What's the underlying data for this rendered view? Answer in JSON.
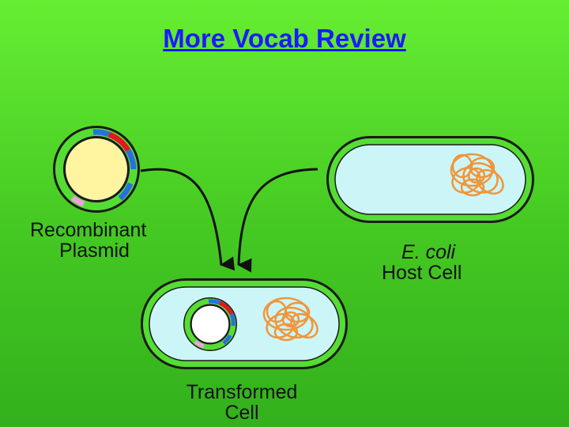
{
  "slide": {
    "title": "More Vocab Review"
  },
  "labels": {
    "plasmid_line1": "Recombinant",
    "plasmid_line2": "Plasmid",
    "host_line1": "E. coli",
    "host_line2": "Host Cell",
    "transformed_line1": "Transformed",
    "transformed_line2": "Cell"
  },
  "colors": {
    "background": "#55dd22",
    "title": "#1a1aff",
    "cell_membrane": "#55dd33",
    "cell_cytoplasm": "#ccf5f8",
    "plasmid_inner": "#fff5a0",
    "chromosome": "#f0963a",
    "insert_red": "#e8141e",
    "insert_blue": "#2a6fe0",
    "insert_pink": "#f0a0e0"
  }
}
